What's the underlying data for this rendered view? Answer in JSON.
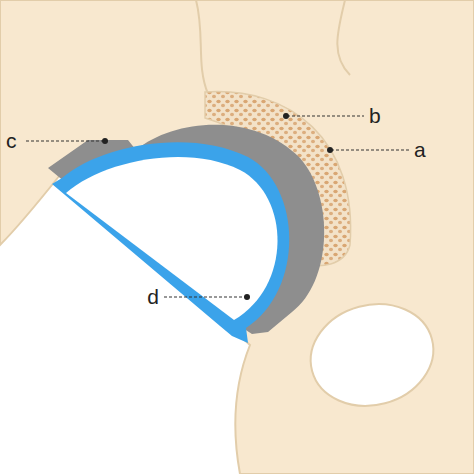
{
  "diagram": {
    "labels": [
      "b",
      "c",
      "a",
      "d"
    ]
  }
}
